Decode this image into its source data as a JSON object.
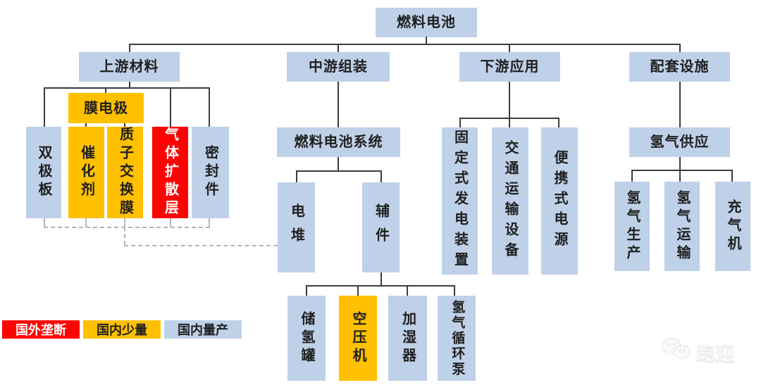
{
  "diagram": {
    "root": "燃料电池",
    "upstream": {
      "header": "上游材料",
      "mea": "膜电极",
      "bipolar_plate": "双极板",
      "catalyst": "催化剂",
      "proton_exchange_membrane": "质子交换膜",
      "gas_diffusion_layer": "气体扩散层",
      "seal": "密封件"
    },
    "midstream": {
      "header": "中游组装",
      "system": "燃料电池系统",
      "stack": "电堆",
      "auxiliary": "辅件",
      "hydrogen_tank": "储氢罐",
      "air_compressor": "空压机",
      "humidifier": "加湿器",
      "hydrogen_circulation_pump": "氢气循环泵"
    },
    "downstream": {
      "header": "下游应用",
      "stationary_power": "固定式发电装置",
      "transport_equipment": "交通运输设备",
      "portable_power": "便携式电源"
    },
    "support": {
      "header": "配套设施",
      "hydrogen_supply": "氢气供应",
      "hydrogen_production": "氢气生产",
      "hydrogen_transport": "氢气运输",
      "gas_filling_machine": "充气机"
    }
  },
  "legend": {
    "foreign_monopoly": "国外垄断",
    "domestic_small_volume": "国内少量",
    "domestic_mass_production": "国内量产"
  },
  "status_colors": {
    "foreign_monopoly": "#fd0404",
    "domestic_small_volume": "#ffc000",
    "domestic_mass_production": "#bfd1e8"
  },
  "watermark": "跑迎"
}
